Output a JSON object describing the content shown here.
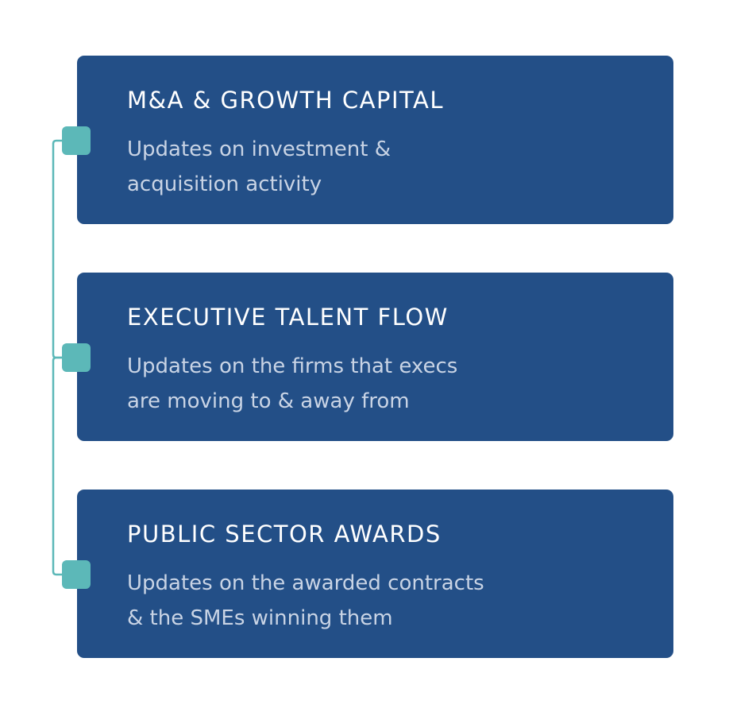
{
  "colors": {
    "card_background": "#234f87",
    "title_text": "#ffffff",
    "description_text": "#c9d4e5",
    "connector": "#5cb8b8"
  },
  "cards": [
    {
      "title": "M&A & GROWTH CAPITAL",
      "description_lines": [
        "Updates on investment &",
        "acquisition activity"
      ]
    },
    {
      "title": "EXECUTIVE TALENT FLOW",
      "description_lines": [
        "Updates on the firms that execs",
        "are moving to & away from"
      ]
    },
    {
      "title": "PUBLIC SECTOR AWARDS",
      "description_lines": [
        "Updates on the awarded contracts",
        "& the SMEs winning them"
      ]
    }
  ]
}
